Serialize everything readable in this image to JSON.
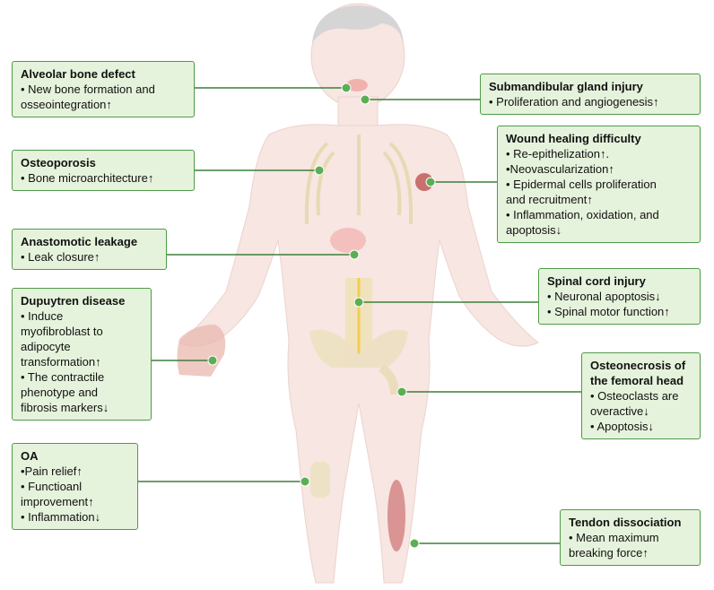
{
  "colors": {
    "box_fill": "#e6f3dc",
    "box_border": "#4f9a48",
    "connector": "#3d7f3c",
    "body": "#f7e6e2",
    "marker": "#5cae55"
  },
  "callouts": {
    "alveolar": {
      "title": "Alveolar bone defect",
      "lines": [
        "• New bone formation and",
        "osseointegration↑"
      ]
    },
    "submandibular": {
      "title": "Submandibular gland injury",
      "lines": [
        "• Proliferation and angiogenesis↑"
      ]
    },
    "osteoporosis": {
      "title": "Osteoporosis",
      "lines": [
        "• Bone microarchitecture↑"
      ]
    },
    "wound": {
      "title": "Wound healing difficulty",
      "lines": [
        "• Re-epithelization↑.",
        "•Neovascularization↑",
        "• Epidermal cells proliferation",
        "and recruitment↑",
        "• Inflammation, oxidation, and",
        "apoptosis↓"
      ]
    },
    "anastomotic": {
      "title": "Anastomotic leakage",
      "lines": [
        "• Leak closure↑"
      ]
    },
    "spinal": {
      "title": "Spinal cord injury",
      "lines": [
        "• Neuronal apoptosis↓",
        "• Spinal motor function↑"
      ]
    },
    "dupuytren": {
      "title": "Dupuytren disease",
      "lines": [
        "• Induce",
        "myofibroblast to",
        "adipocyte",
        "transformation↑",
        "• The contractile",
        "phenotype and",
        "fibrosis markers↓"
      ]
    },
    "osteonecrosis": {
      "title": "Osteonecrosis of",
      "title2": "the femoral head",
      "lines": [
        "• Osteoclasts are",
        "overactive↓",
        "• Apoptosis↓"
      ]
    },
    "oa": {
      "title": "OA",
      "lines": [
        "•Pain relief↑",
        "• Functioanl",
        "improvement↑",
        "• Inflammation↓"
      ]
    },
    "tendon": {
      "title": "Tendon dissociation",
      "lines": [
        "• Mean maximum",
        "breaking force↑"
      ]
    }
  }
}
